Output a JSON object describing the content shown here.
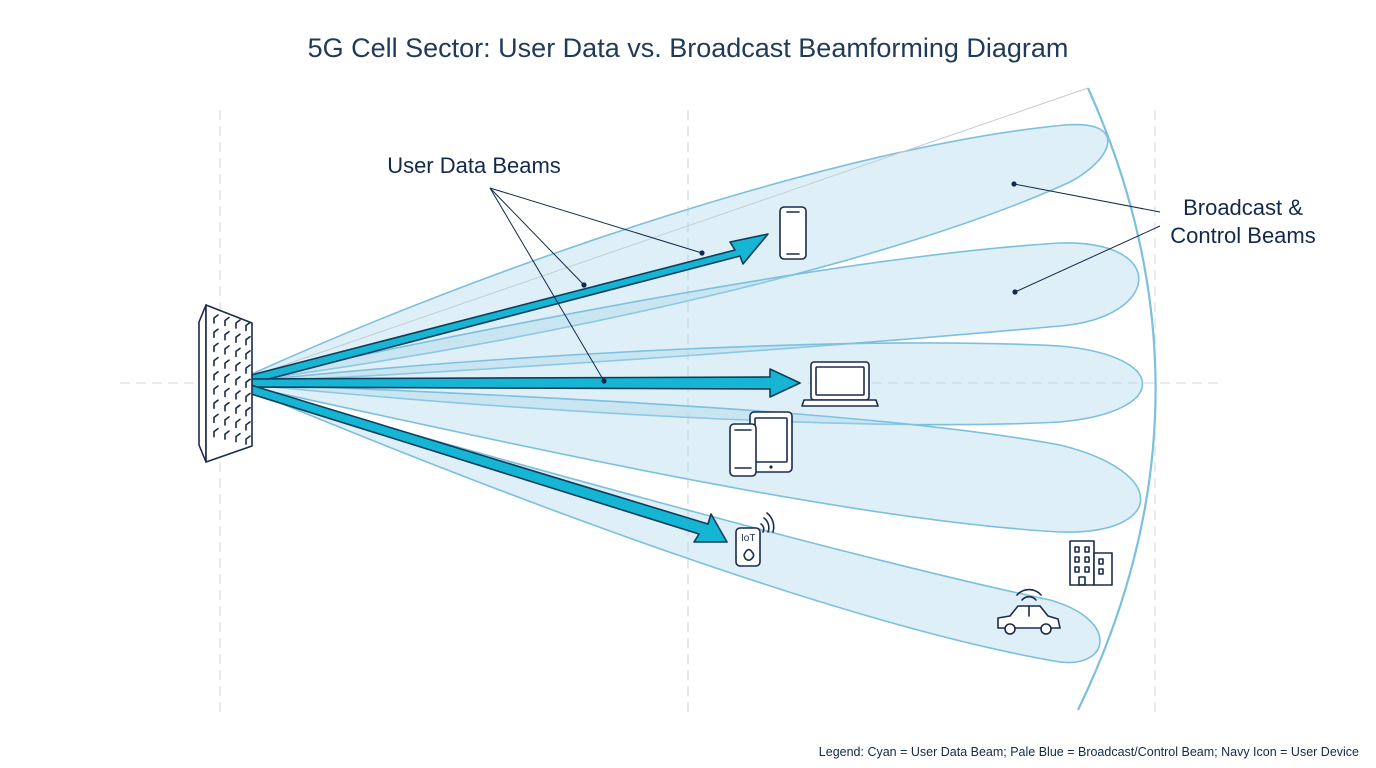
{
  "title": "5G Cell Sector: User Data vs. Broadcast Beamforming Diagram",
  "labels": {
    "user_data_beams": "User Data Beams",
    "broadcast_line1": "Broadcast &",
    "broadcast_line2": "Control Beams"
  },
  "devices": {
    "iot_label": "IoT"
  },
  "legend": "Legend: Cyan = User Data Beam; Pale Blue = Broadcast/Control Beam; Navy Icon = User Device",
  "colors": {
    "user_data_beam": "#15b5d3",
    "broadcast_beam": "#a8d6ea",
    "icon_navy": "#1a2b4c",
    "sector_arc": "#7cc0dd"
  }
}
